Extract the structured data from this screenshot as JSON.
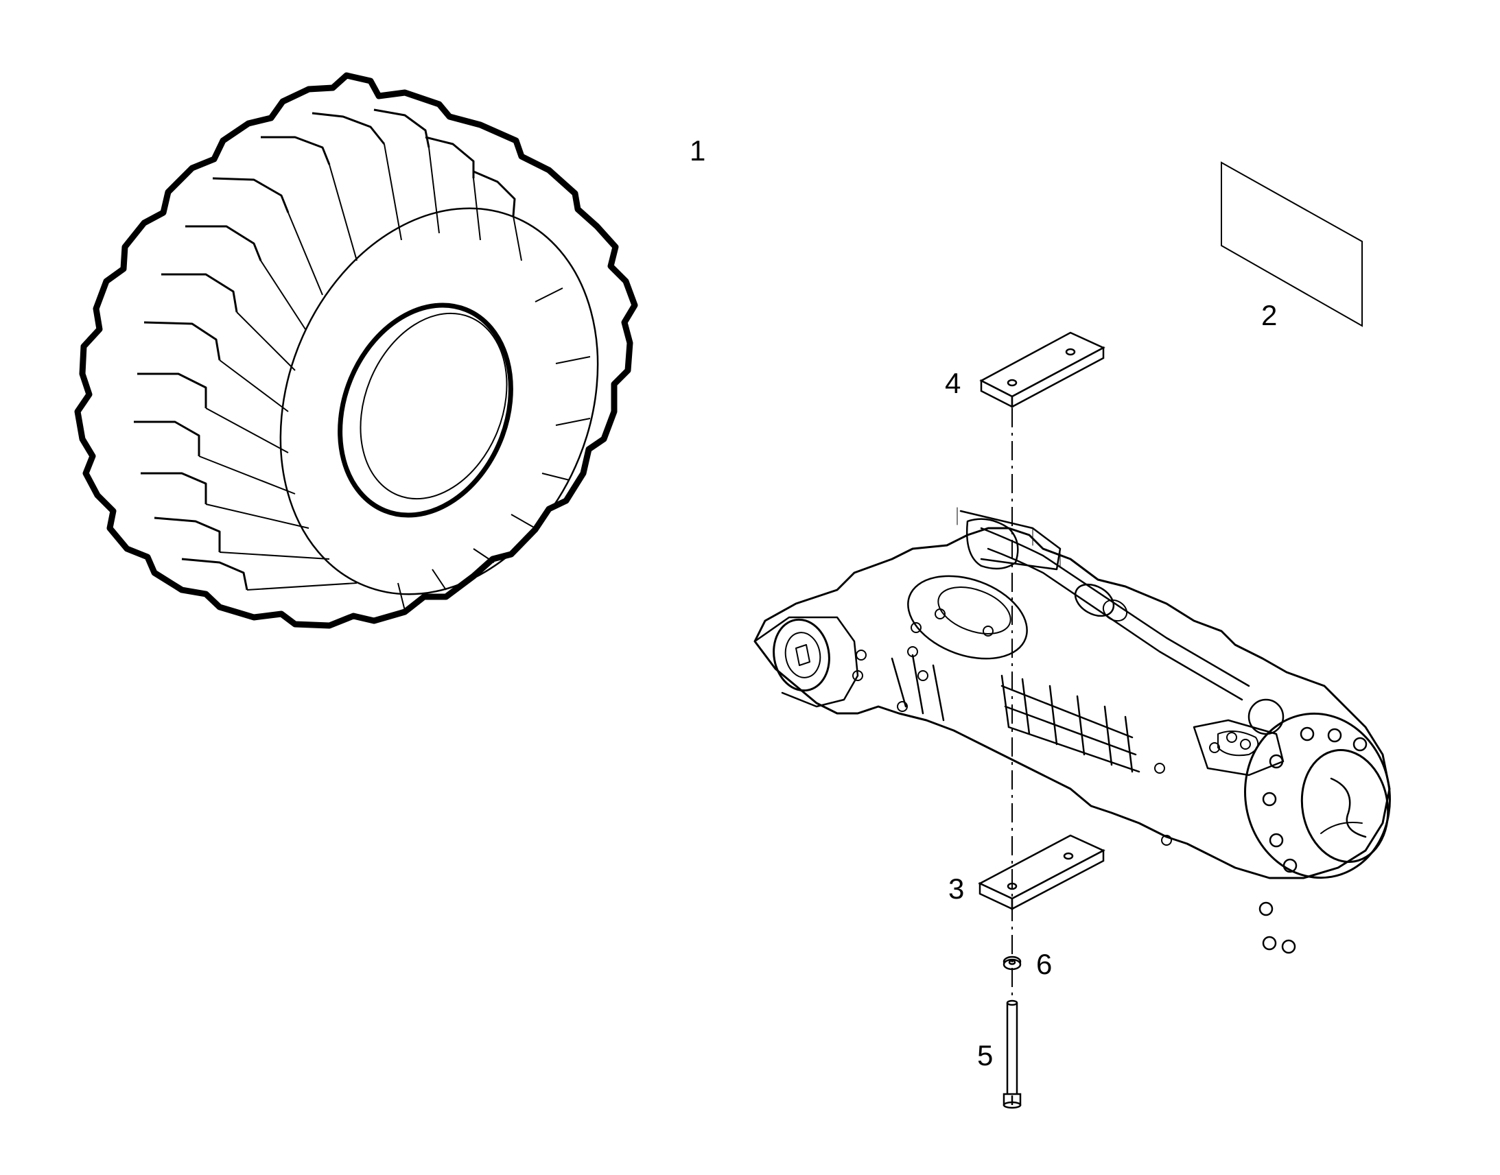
{
  "diagram": {
    "callouts": [
      {
        "id": "1",
        "label": "1",
        "part": "tire"
      },
      {
        "id": "2",
        "label": "2",
        "part": "decal-sheet"
      },
      {
        "id": "3",
        "label": "3",
        "part": "lower-spacer-plate"
      },
      {
        "id": "4",
        "label": "4",
        "part": "upper-spacer-plate"
      },
      {
        "id": "5",
        "label": "5",
        "part": "bolt"
      },
      {
        "id": "6",
        "label": "6",
        "part": "washer"
      }
    ]
  },
  "colors": {
    "line": "#000000",
    "background": "#ffffff"
  }
}
